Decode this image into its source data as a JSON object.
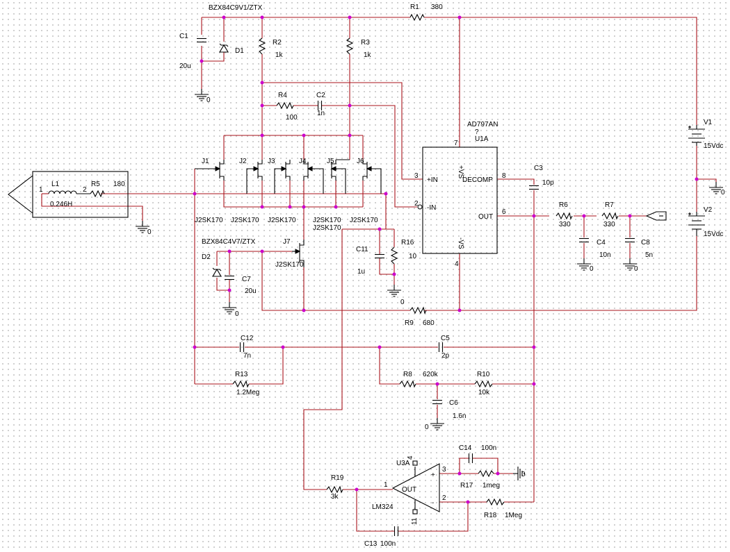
{
  "components": {
    "d1": {
      "model": "BZX84C9V1/ZTX",
      "ref": "D1"
    },
    "d2": {
      "model": "BZX84C4V7/ZTX",
      "ref": "D2"
    },
    "r1": {
      "ref": "R1",
      "value": "380"
    },
    "r2": {
      "ref": "R2",
      "value": "1k"
    },
    "r3": {
      "ref": "R3",
      "value": "1k"
    },
    "r4": {
      "ref": "R4",
      "value": "100"
    },
    "r5": {
      "ref": "R5",
      "value": "180"
    },
    "r6": {
      "ref": "R6",
      "value": "330"
    },
    "r7": {
      "ref": "R7",
      "value": "330"
    },
    "r8": {
      "ref": "R8",
      "value": "620k"
    },
    "r9": {
      "ref": "R9",
      "value": "680"
    },
    "r10": {
      "ref": "R10",
      "value": "10k"
    },
    "r13": {
      "ref": "R13",
      "value": "1.2Meg"
    },
    "r16": {
      "ref": "R16",
      "value": "10"
    },
    "r17": {
      "ref": "R17",
      "value": "1meg"
    },
    "r18": {
      "ref": "R18",
      "value": "1Meg"
    },
    "r19": {
      "ref": "R19",
      "value": "3k"
    },
    "c1": {
      "ref": "C1",
      "value": "20u"
    },
    "c2": {
      "ref": "C2",
      "value": "1n"
    },
    "c3": {
      "ref": "C3",
      "value": "10p"
    },
    "c4": {
      "ref": "C4",
      "value": "10n"
    },
    "c5": {
      "ref": "C5",
      "value": "2p"
    },
    "c6": {
      "ref": "C6",
      "value": "1.6n"
    },
    "c7": {
      "ref": "C7",
      "value": "20u"
    },
    "c8": {
      "ref": "C8",
      "value": "5n"
    },
    "c11": {
      "ref": "C11",
      "value": "1u"
    },
    "c12": {
      "ref": "C12",
      "value": "7n"
    },
    "c13": {
      "ref": "C13",
      "value": "100n"
    },
    "c14": {
      "ref": "C14",
      "value": "100n"
    },
    "l1": {
      "ref": "L1",
      "value": "0.246H",
      "pin1": "1",
      "pin2": "2"
    },
    "v1": {
      "ref": "V1",
      "value": "15Vdc"
    },
    "v2": {
      "ref": "V2",
      "value": "15Vdc"
    },
    "jfets": [
      {
        "ref": "J1",
        "model": "J2SK170"
      },
      {
        "ref": "J2",
        "model": "J2SK170"
      },
      {
        "ref": "J3",
        "model": "J2SK170"
      },
      {
        "ref": "J4",
        "model": "J2SK170"
      },
      {
        "ref": "J5",
        "model": "J2SK170"
      },
      {
        "ref": "J6",
        "model": "J2SK170"
      },
      {
        "ref": "J7",
        "model": "J2SK170"
      }
    ],
    "u1": {
      "part": "AD797AN",
      "qmark": "?",
      "ref": "U1A",
      "pins": {
        "vsp": "+VS",
        "inp": "+IN",
        "decomp": "DECOMP",
        "inn": "-IN",
        "out": "OUT",
        "vsn": "-VS"
      },
      "pin_numbers": {
        "vsp": "7",
        "inp": "3",
        "decomp": "8",
        "inn": "2",
        "out": "6",
        "vsn": "4"
      }
    },
    "u3": {
      "ref": "U3A",
      "part": "LM324",
      "out_label": "OUT",
      "pin_numbers": {
        "out": "1",
        "inp": "3",
        "inn": "2",
        "vcc": "4",
        "vee": "11"
      },
      "signs": {
        "plus": "+",
        "minus": "-"
      }
    }
  },
  "grounds": {
    "label": "0"
  }
}
